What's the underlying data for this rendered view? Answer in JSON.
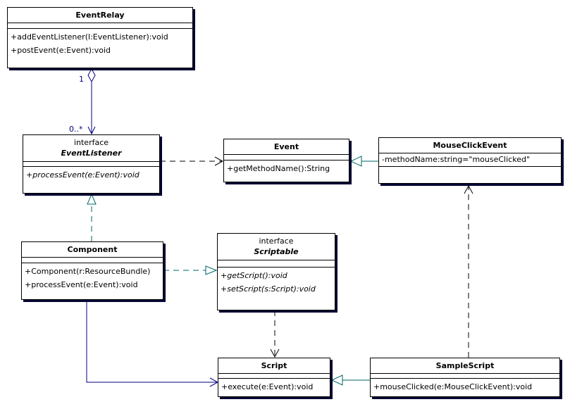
{
  "classes": {
    "event_relay": {
      "name": "EventRelay",
      "operations": [
        "+addEventListener(l:EventListener):void",
        "+postEvent(e:Event):void"
      ]
    },
    "event_listener": {
      "stereotype": "interface",
      "name": "EventListener",
      "operations": [
        "+processEvent(e:Event):void"
      ]
    },
    "event": {
      "name": "Event",
      "operations": [
        "+getMethodName():String"
      ]
    },
    "mouse_click_event": {
      "name": "MouseClickEvent",
      "attributes": [
        "-methodName:string=\"mouseClicked\""
      ]
    },
    "component": {
      "name": "Component",
      "operations": [
        "+Component(r:ResourceBundle)",
        "+processEvent(e:Event):void"
      ]
    },
    "scriptable": {
      "stereotype": "interface",
      "name": "Scriptable",
      "operations": [
        "+getScript():void",
        "+setScript(s:Script):void"
      ]
    },
    "script": {
      "name": "Script",
      "operations": [
        "+execute(e:Event):void"
      ]
    },
    "sample_script": {
      "name": "SampleScript",
      "operations": [
        "+mouseClicked(e:MouseClickEvent):void"
      ]
    }
  },
  "multiplicities": {
    "relay_end": "1",
    "listener_end": "0..*"
  },
  "colors": {
    "association": "#000080",
    "generalization": "#006666",
    "dependency": "#000000"
  }
}
